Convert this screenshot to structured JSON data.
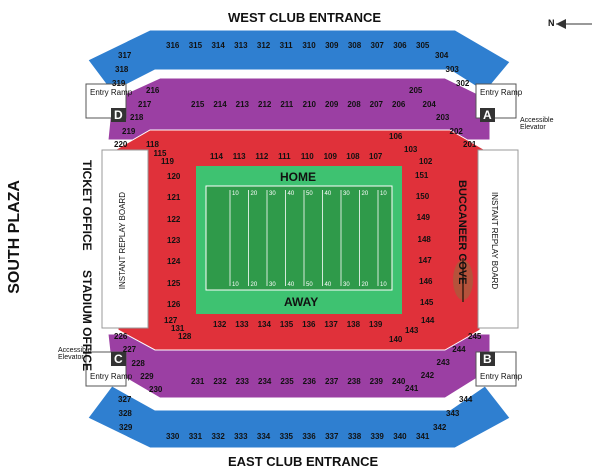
{
  "headings": {
    "west": "WEST CLUB ENTRANCE",
    "east": "EAST CLUB ENTRANCE",
    "south_plaza": "SOUTH PLAZA",
    "ticket_office": "TICKET OFFICE",
    "stadium_office": "STADIUM OFFICE",
    "buccaneer_cove": "BUCCANEER COVE",
    "instant_replay": "INSTANT REPLAY BOARD"
  },
  "field": {
    "home": "HOME",
    "away": "AWAY",
    "yard_top": [
      "10",
      "20",
      "30",
      "40",
      "50",
      "40",
      "30",
      "20",
      "10"
    ],
    "yard_bottom": [
      "10",
      "20",
      "30",
      "40",
      "50",
      "40",
      "30",
      "20",
      "10"
    ]
  },
  "gates": {
    "A": {
      "letter": "A",
      "ramp": "Entry Ramp",
      "elevator": "Accessible Elevator"
    },
    "B": {
      "letter": "B",
      "ramp": "Entry Ramp"
    },
    "C": {
      "letter": "C",
      "ramp": "Entry Ramp",
      "elevator": "Accessible Elevator"
    },
    "D": {
      "letter": "D",
      "ramp": "Entry Ramp"
    }
  },
  "compass": "N",
  "sections": {
    "upper_west": [
      "316",
      "315",
      "314",
      "313",
      "312",
      "311",
      "310",
      "309",
      "308",
      "307",
      "306",
      "305"
    ],
    "upper_west_left": [
      "317",
      "318",
      "319"
    ],
    "upper_west_right": [
      "304",
      "303",
      "302"
    ],
    "upper_east": [
      "330",
      "331",
      "332",
      "333",
      "334",
      "335",
      "336",
      "337",
      "338",
      "339",
      "340",
      "341"
    ],
    "upper_east_left": [
      "327",
      "328",
      "329"
    ],
    "upper_east_right": [
      "342",
      "343",
      "344"
    ],
    "club_west": [
      "215",
      "214",
      "213",
      "212",
      "211",
      "210",
      "209",
      "208",
      "207",
      "206"
    ],
    "club_west_corner_l": [
      "216",
      "217",
      "218",
      "219",
      "220"
    ],
    "club_west_corner_r": [
      "205",
      "204",
      "203",
      "202",
      "201"
    ],
    "club_east": [
      "231",
      "232",
      "233",
      "234",
      "235",
      "236",
      "237",
      "238",
      "239",
      "240"
    ],
    "club_east_corner_l": [
      "226",
      "227",
      "228",
      "229",
      "230"
    ],
    "club_east_corner_r": [
      "241",
      "242",
      "243",
      "244",
      "245"
    ],
    "lower_west": [
      "114",
      "113",
      "112",
      "111",
      "110",
      "109",
      "108",
      "107"
    ],
    "lower_west_corner_l": [
      "118",
      "115",
      "119"
    ],
    "lower_west_corner_r": [
      "106",
      "103",
      "102"
    ],
    "lower_east": [
      "132",
      "133",
      "134",
      "135",
      "136",
      "137",
      "138",
      "139"
    ],
    "lower_east_corner_l": [
      "128",
      "131",
      "127"
    ],
    "lower_east_corner_r": [
      "140",
      "143",
      "144"
    ],
    "lower_south": [
      "120",
      "121",
      "122",
      "123",
      "124",
      "125",
      "126"
    ],
    "lower_north": [
      "151",
      "150",
      "149",
      "148",
      "147",
      "146",
      "145"
    ]
  },
  "colors": {
    "upper": "#2f7fd0",
    "club": "#9b3fa3",
    "lower": "#e0313a",
    "field": "#2f9a4a",
    "apron": "#3ec271"
  }
}
